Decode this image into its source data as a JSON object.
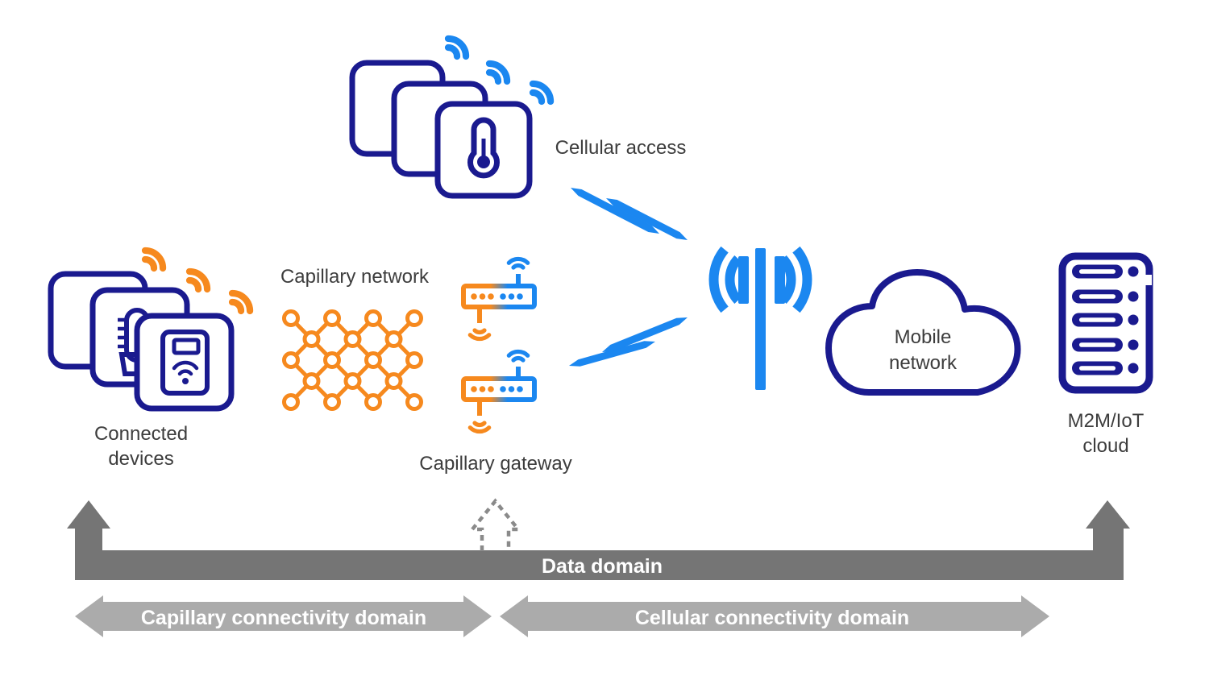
{
  "diagram": {
    "nodes": {
      "cellular_access": {
        "label": "Cellular access",
        "icon": "stacked-devices-thermometer-icon"
      },
      "connected_devices": {
        "label_line1": "Connected",
        "label_line2": "devices",
        "icon": "stacked-devices-meter-icon"
      },
      "capillary_network": {
        "label": "Capillary network",
        "icon": "mesh-network-icon"
      },
      "capillary_gateway": {
        "label": "Capillary gateway",
        "icon": "router-icon"
      },
      "base_station": {
        "icon": "cell-tower-antenna-icon"
      },
      "mobile_network": {
        "label_line1": "Mobile",
        "label_line2": "network",
        "icon": "cloud-icon"
      },
      "m2m_iot_cloud": {
        "label_line1": "M2M/IoT",
        "label_line2": "cloud",
        "icon": "server-rack-icon"
      }
    },
    "links": {
      "radio_links": "lightning-bolt-icon"
    },
    "domains": {
      "data_domain": {
        "label": "Data domain"
      },
      "capillary_domain": {
        "label": "Capillary connectivity domain"
      },
      "cellular_domain": {
        "label": "Cellular connectivity domain"
      }
    }
  },
  "icons": [
    "wifi-signal-icon",
    "thermometer-icon",
    "smart-meter-icon",
    "sensor-icon",
    "mesh-network-icon",
    "router-icon",
    "lightning-bolt-icon",
    "cell-tower-antenna-icon",
    "cloud-icon",
    "server-rack-icon",
    "up-arrow-icon",
    "double-arrow-icon",
    "dashed-up-arrow-icon"
  ],
  "colors": {
    "blue": "#1b87f0",
    "navy": "#1a1a8f",
    "orange": "#f6891e",
    "dark_gray": "#757575",
    "light_gray": "#ababab",
    "text_dark": "#3d3d3d",
    "white": "#ffffff"
  }
}
